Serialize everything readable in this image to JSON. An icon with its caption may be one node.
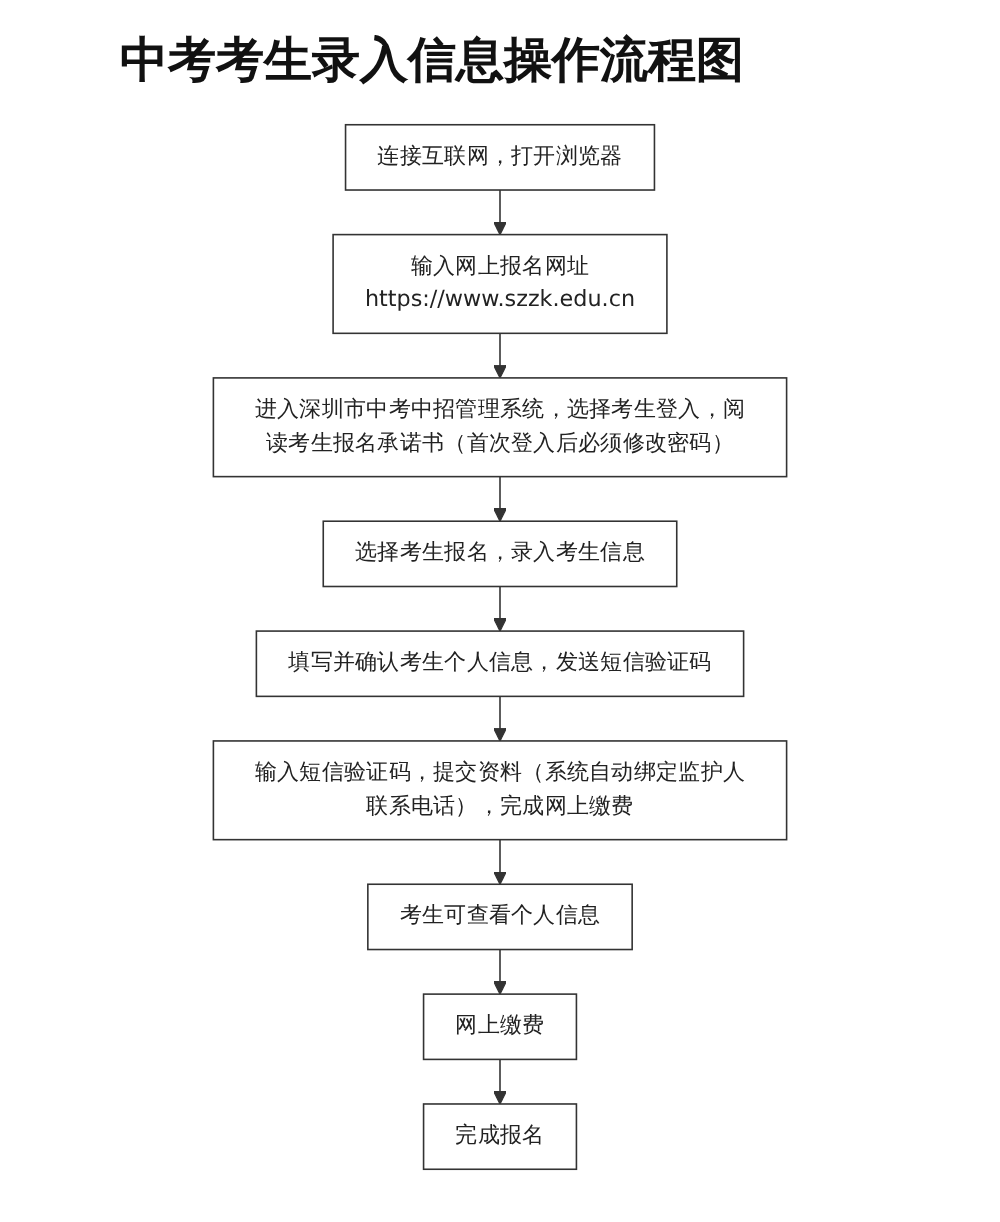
{
  "diagram": {
    "title": "中考考生录入信息操作流程图",
    "nodes": [
      {
        "text": [
          "连接互联网，打开浏览器"
        ]
      },
      {
        "text": [
          "输入网上报名网址",
          "https://www.szzk.edu.cn"
        ]
      },
      {
        "text": [
          "进入深圳市中考中招管理系统，选择考生登入，阅读考生报名承诺书（首次登入后必须修改密码）"
        ]
      },
      {
        "text": [
          "选择考生报名，录入考生信息"
        ]
      },
      {
        "text": [
          "填写并确认考生个人信息，发送短信验证码"
        ]
      },
      {
        "text": [
          "输入短信验证码，提交资料（系统自动绑定监护人联系电话），完成网上缴费"
        ]
      },
      {
        "text": [
          "考生可查看个人信息"
        ]
      },
      {
        "text": [
          "网上缴费"
        ]
      },
      {
        "text": [
          "完成报名"
        ]
      }
    ],
    "edges": [
      {
        "from": 0,
        "to": 1,
        "arrow": "to"
      },
      {
        "from": 1,
        "to": 2,
        "arrow": "to"
      },
      {
        "from": 2,
        "to": 3,
        "arrow": "to"
      },
      {
        "from": 3,
        "to": 4,
        "arrow": "to"
      },
      {
        "from": 4,
        "to": 5,
        "arrow": "to"
      },
      {
        "from": 5,
        "to": 6,
        "arrow": "to"
      },
      {
        "from": 6,
        "to": 7,
        "arrow": "to"
      },
      {
        "from": 7,
        "to": 8,
        "arrow": "to"
      }
    ]
  }
}
